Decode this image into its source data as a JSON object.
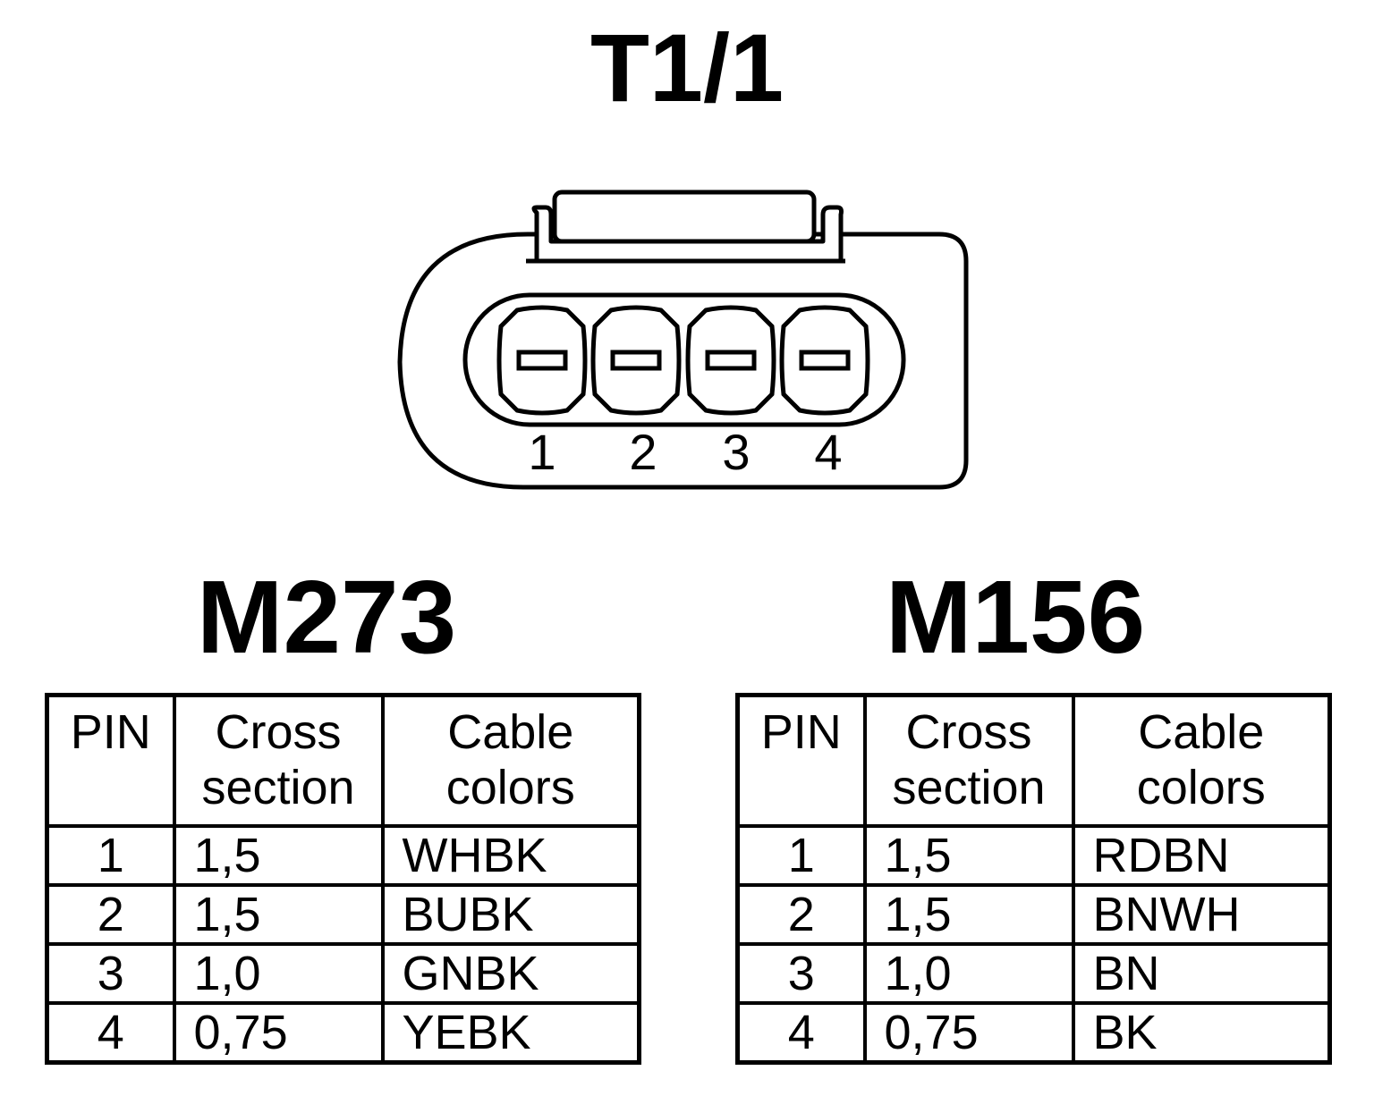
{
  "connector": {
    "title": "T1/1",
    "pin_labels": [
      "1",
      "2",
      "3",
      "4"
    ]
  },
  "tables": [
    {
      "title": "M273",
      "headers": {
        "pin": "PIN",
        "cross_line1": "Cross",
        "cross_line2": "section",
        "color_line1": "Cable",
        "color_line2": "colors"
      },
      "rows": [
        {
          "pin": "1",
          "cross_section": "1,5",
          "color": "WHBK"
        },
        {
          "pin": "2",
          "cross_section": "1,5",
          "color": "BUBK"
        },
        {
          "pin": "3",
          "cross_section": "1,0",
          "color": "GNBK"
        },
        {
          "pin": "4",
          "cross_section": "0,75",
          "color": "YEBK"
        }
      ]
    },
    {
      "title": "M156",
      "headers": {
        "pin": "PIN",
        "cross_line1": "Cross",
        "cross_line2": "section",
        "color_line1": "Cable",
        "color_line2": "colors"
      },
      "rows": [
        {
          "pin": "1",
          "cross_section": "1,5",
          "color": "RDBN"
        },
        {
          "pin": "2",
          "cross_section": "1,5",
          "color": "BNWH"
        },
        {
          "pin": "3",
          "cross_section": "1,0",
          "color": "BN"
        },
        {
          "pin": "4",
          "cross_section": "0,75",
          "color": "BK"
        }
      ]
    }
  ]
}
